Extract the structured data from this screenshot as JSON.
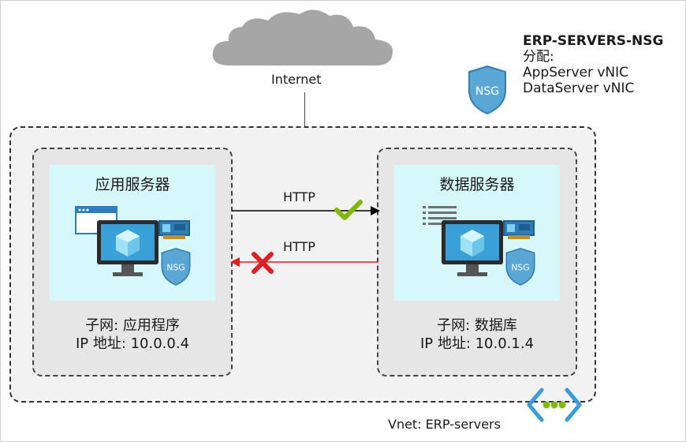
{
  "internet_label": "Internet",
  "nsg_info": {
    "name": "ERP-SERVERS-NSG",
    "assigned_label": "分配:",
    "assignments": [
      "AppServer vNIC",
      "DataServer vNIC"
    ]
  },
  "nsg_badge_text": "NSG",
  "app_server": {
    "title": "应用服务器",
    "subnet_line": "子网: 应用程序",
    "ip_line": "IP 地址: 10.0.0.4"
  },
  "data_server": {
    "title": "数据服务器",
    "subnet_line": "子网: 数据库",
    "ip_line": "IP 地址: 10.0.1.4"
  },
  "flows": [
    {
      "label": "HTTP",
      "status": "allowed",
      "color": "#000000"
    },
    {
      "label": "HTTP",
      "status": "denied",
      "color": "#e02020"
    }
  ],
  "vnet_label": "Vnet: ERP-servers",
  "colors": {
    "vm_bg": "#d6f8fb",
    "shield": "#5aa7d6",
    "check": "#7fba00",
    "deny": "#e02020",
    "vnet_icon": "#3a9bd8"
  }
}
